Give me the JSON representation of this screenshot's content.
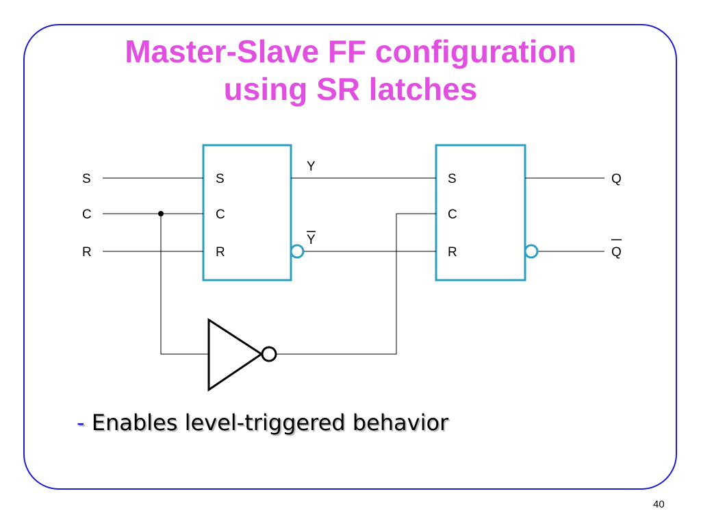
{
  "slide": {
    "title_line1": "Master-Slave FF configuration",
    "title_line2": "using SR latches",
    "bullet_dash": "-",
    "bullet_text": "Enables level-triggered behavior",
    "page_number": "40"
  },
  "diagram": {
    "inputs": {
      "s": "S",
      "c": "C",
      "r": "R"
    },
    "master": {
      "s": "S",
      "c": "C",
      "r": "R"
    },
    "slave": {
      "s": "S",
      "c": "C",
      "r": "R"
    },
    "signals": {
      "y": "Y",
      "y_bar": "Y",
      "q": "Q",
      "q_bar": "Q"
    }
  },
  "colors": {
    "title": "#e04fe0",
    "frame_border": "#1b1bd0",
    "latch_border": "#2a9fbf",
    "wire": "#000000"
  }
}
